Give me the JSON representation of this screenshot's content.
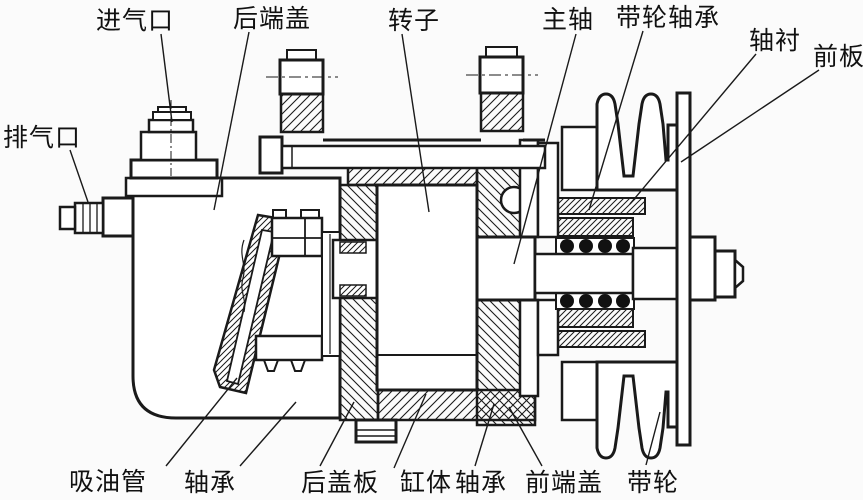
{
  "figure": {
    "kind": "mechanical cross-section diagram (rotary compressor)",
    "background": "#fbfbfb",
    "ink": "#1a1a1a",
    "labels": [
      {
        "id": "intake-port",
        "text": "进气口"
      },
      {
        "id": "rear-end-cover",
        "text": "后端盖"
      },
      {
        "id": "rotor",
        "text": "转子"
      },
      {
        "id": "main-shaft",
        "text": "主轴"
      },
      {
        "id": "pulley-bearing",
        "text": "带轮轴承"
      },
      {
        "id": "shaft-bushing",
        "text": "轴衬"
      },
      {
        "id": "front-plate",
        "text": "前板"
      },
      {
        "id": "exhaust-port",
        "text": "排气口"
      },
      {
        "id": "oil-suction-pipe",
        "text": "吸油管"
      },
      {
        "id": "rear-bearing",
        "text": "轴承"
      },
      {
        "id": "rear-cover-plate",
        "text": "后盖板"
      },
      {
        "id": "cylinder-block",
        "text": "缸体"
      },
      {
        "id": "front-bearing",
        "text": "轴承"
      },
      {
        "id": "front-end-cover",
        "text": "前端盖"
      },
      {
        "id": "pulley",
        "text": "带轮"
      }
    ]
  }
}
